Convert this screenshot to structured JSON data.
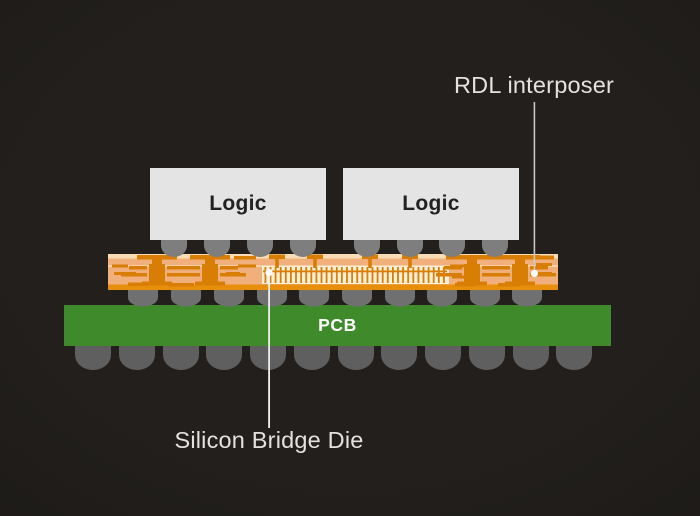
{
  "labels": {
    "rdl_interposer": "RDL interposer",
    "silicon_bridge_die": "Silicon Bridge Die"
  },
  "diagram": {
    "logic_left": "Logic",
    "logic_right": "Logic",
    "pcb": "PCB"
  },
  "colors": {
    "bg_center": "#221f1c",
    "bg_edge": "#161412",
    "die_fill": "#e4e4e4",
    "die_text": "#222222",
    "bump_upper": "#7e7e7e",
    "bump_mid": "#707070",
    "ball": "#5f5f5f",
    "interposer_body": "#f1af7b",
    "interposer_light": "#f7dcb5",
    "interposer_bottom": "#e78f0b",
    "trace": "#d97e04",
    "bridge_band": "#f8efd9",
    "pcb": "#3f8b2c",
    "pcb_text": "#ffffff",
    "label_text": "#e4e2df",
    "leader": "#c9c9c9",
    "leader_bright": "#efefef",
    "dot": "#ffffff"
  }
}
